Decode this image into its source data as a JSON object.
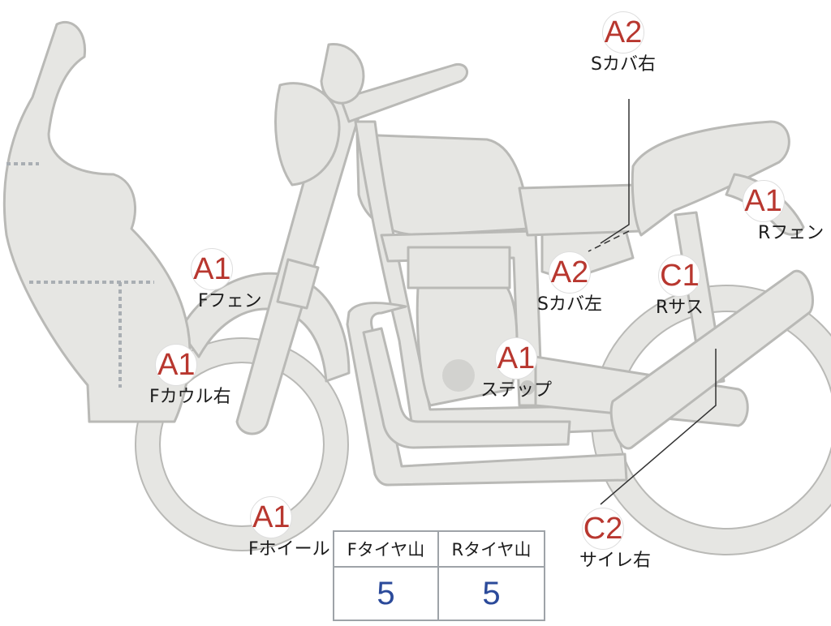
{
  "markers": [
    {
      "id": "s-cover-right",
      "code": "A2",
      "label": "Sカバ右"
    },
    {
      "id": "r-fender",
      "code": "A1",
      "label": "Rフェン"
    },
    {
      "id": "f-fender",
      "code": "A1",
      "label": "Fフェン"
    },
    {
      "id": "s-cover-left",
      "code": "A2",
      "label": "Sカバ左"
    },
    {
      "id": "r-suspension",
      "code": "C1",
      "label": "Rサス"
    },
    {
      "id": "f-cowl-right",
      "code": "A1",
      "label": "Fカウル右"
    },
    {
      "id": "step",
      "code": "A1",
      "label": "ステップ"
    },
    {
      "id": "f-wheel",
      "code": "A1",
      "label": "Fホイール"
    },
    {
      "id": "silencer-right",
      "code": "C2",
      "label": "サイレ右"
    }
  ],
  "tire_table": {
    "front_header": "Fタイヤ山",
    "rear_header": "Rタイヤ山",
    "front_value": "5",
    "rear_value": "5"
  },
  "colors": {
    "part_fill": "#e6e6e3",
    "grade_text": "#b8372f",
    "value_text": "#2b4a9a"
  }
}
